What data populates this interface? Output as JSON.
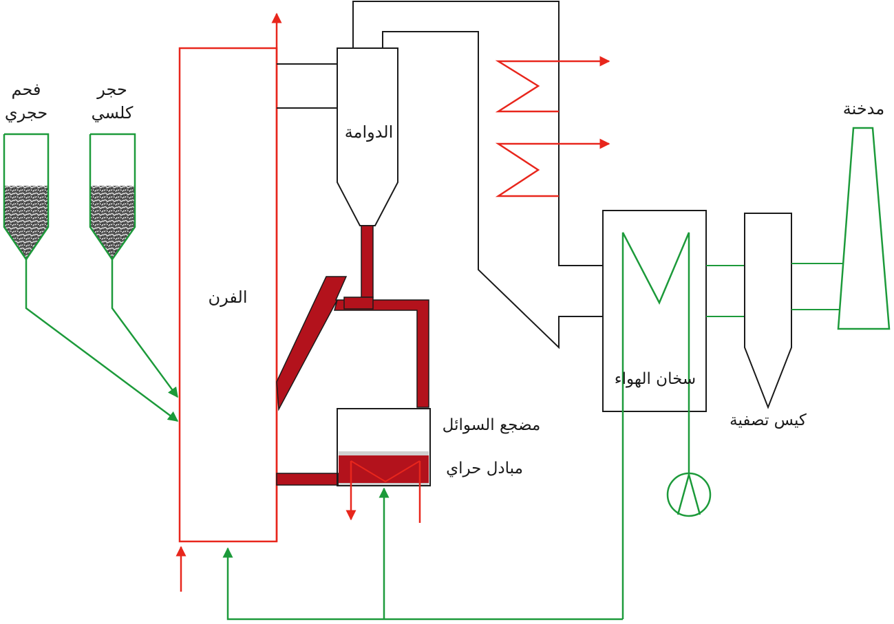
{
  "labels": {
    "coal": [
      "فحم",
      "حجري"
    ],
    "limestone": [
      "حجر",
      "كلسي"
    ],
    "furnace": "الفرن",
    "cyclone": "الدوامة",
    "fluid_bed": "مضجع السوائل",
    "heat_exchanger": "مبادل حراي",
    "air_heater": "سخان الهواء",
    "bag_filter": "كيس تصفية",
    "chimney": "مدخنة"
  },
  "colors": {
    "red_line": "#e8261c",
    "green_line": "#1c9a3a",
    "black_line": "#1a1a1a",
    "dark_red_pipe": "#b3121c"
  },
  "icons": {
    "fan": "fan-icon",
    "arrow": "arrow-head-icon"
  }
}
